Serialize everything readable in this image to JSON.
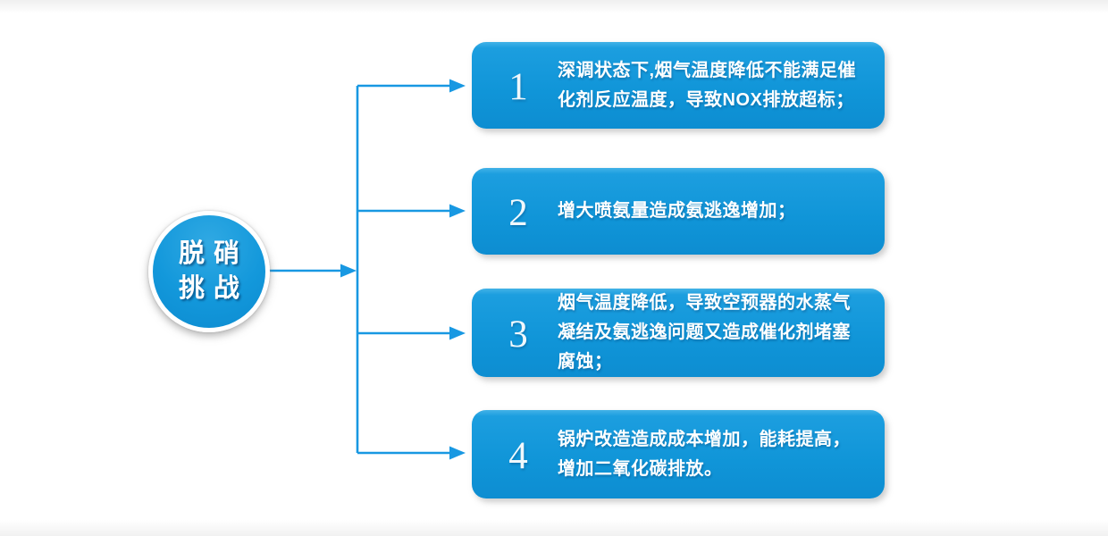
{
  "diagram_title": "脱硝挑战",
  "colors": {
    "node_blue": "#1095d8",
    "node_blue_light": "#30a9e3",
    "line_blue": "#1898e2",
    "text_white": "#ffffff"
  },
  "circle": {
    "line1": "脱硝",
    "line2": "挑战"
  },
  "items": [
    {
      "number": "1",
      "text": "深调状态下,烟气温度降低不能满足催化剂反应温度，导致NOX排放超标；"
    },
    {
      "number": "2",
      "text": "增大喷氨量造成氨逃逸增加；"
    },
    {
      "number": "3",
      "text": "烟气温度降低，导致空预器的水蒸气凝结及氨逃逸问题又造成催化剂堵塞腐蚀；"
    },
    {
      "number": "4",
      "text": "锅炉改造造成成本增加，能耗提高，增加二氧化碳排放。"
    }
  ]
}
